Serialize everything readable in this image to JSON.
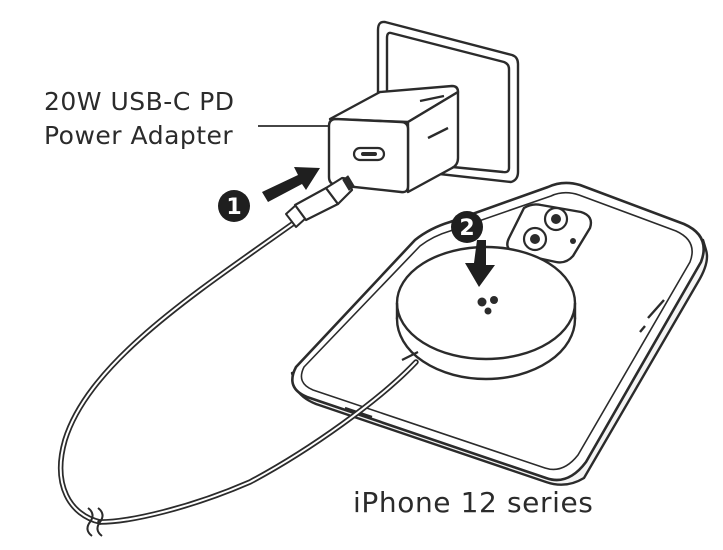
{
  "adapter": {
    "label_line1": "20W USB-C PD",
    "label_line2": "Power Adapter"
  },
  "steps": [
    {
      "number": "1"
    },
    {
      "number": "2"
    }
  ],
  "phone": {
    "label": "iPhone 12 series"
  },
  "colors": {
    "stroke": "#2b2b2b",
    "fill_dark": "#1f1f1f",
    "fill_light": "#ffffff",
    "phone_side": "#f4f4f4"
  }
}
